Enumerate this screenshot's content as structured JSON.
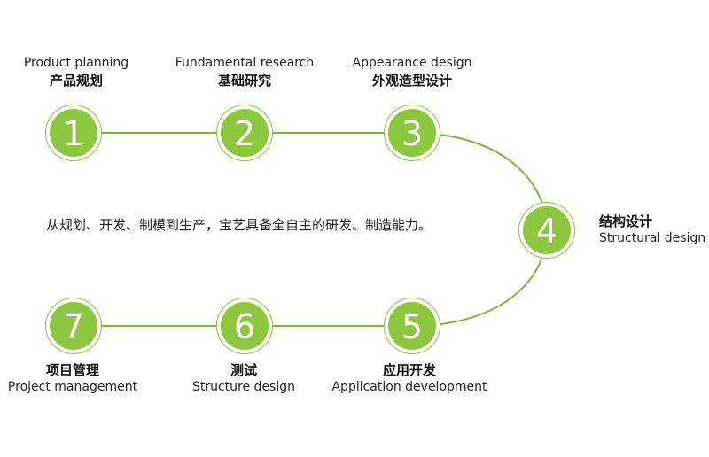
{
  "colors": {
    "node_fill": "#8dc63f",
    "path_line": "#7ab83a",
    "number_text": "#ffffff"
  },
  "tagline": "从规划、开发、制模到生产，宝艺具备全自主的研发、制造能力。",
  "steps": [
    {
      "number": "1",
      "en": "Product planning",
      "zh": "产品规划"
    },
    {
      "number": "2",
      "en": "Fundamental research",
      "zh": "基础研究"
    },
    {
      "number": "3",
      "en": "Appearance design",
      "zh": "外观造型设计"
    },
    {
      "number": "4",
      "en": "Structural design",
      "zh": "结构设计"
    },
    {
      "number": "5",
      "en": "Application development",
      "zh": "应用开发"
    },
    {
      "number": "6",
      "en": "Structure design",
      "zh": "测试"
    },
    {
      "number": "7",
      "en": "Project management",
      "zh": "项目管理"
    }
  ]
}
